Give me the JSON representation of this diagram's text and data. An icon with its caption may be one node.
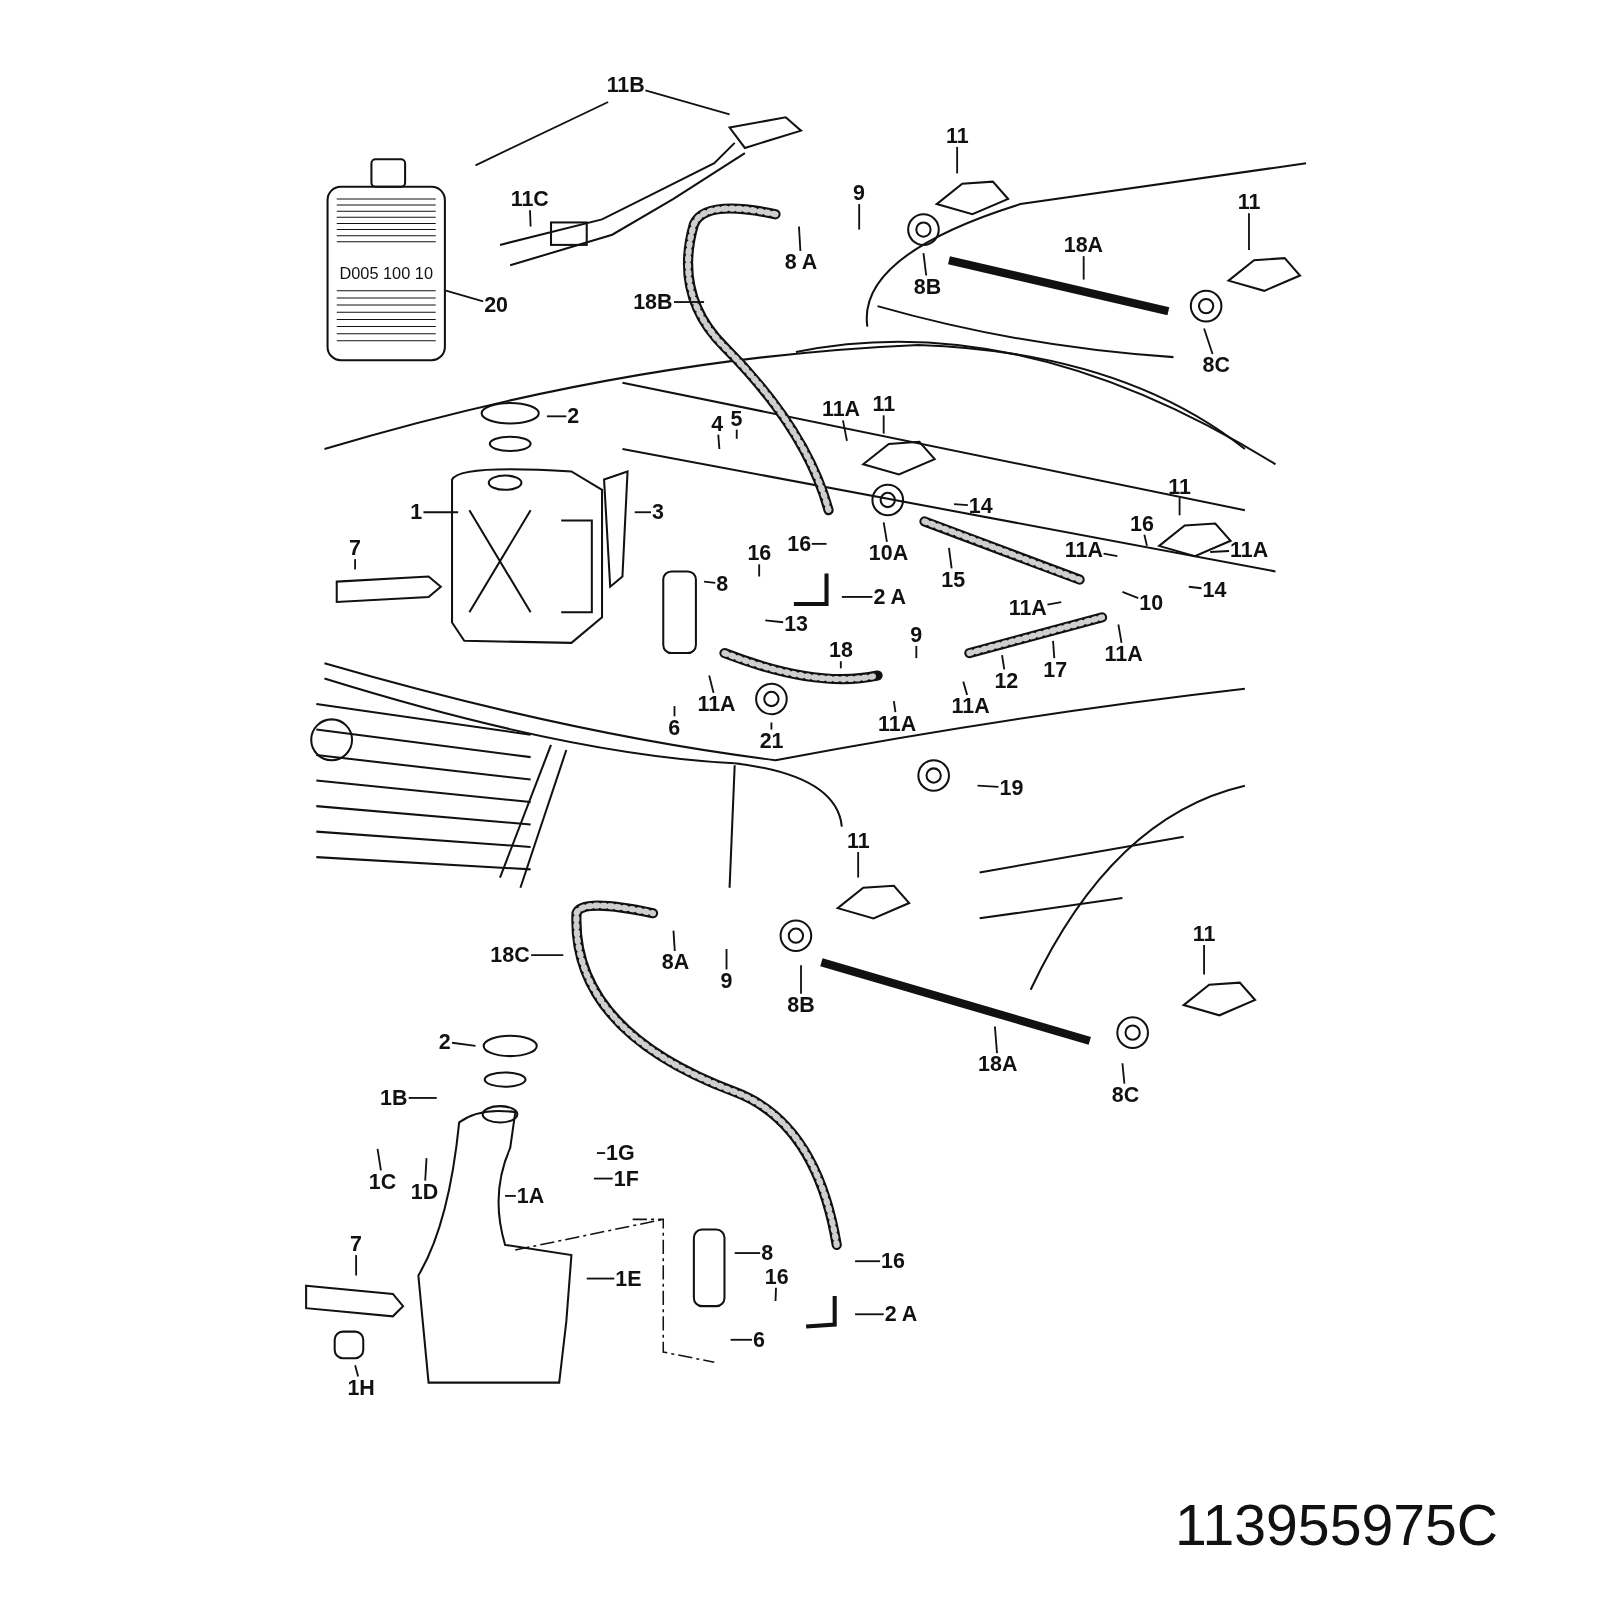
{
  "diagram": {
    "nodes": [
      {
        "text": [
          "11B"
        ]
      },
      {
        "text": [
          "11C"
        ]
      },
      {
        "text": [
          "20"
        ]
      },
      {
        "text": [
          "18B"
        ]
      },
      {
        "text": [
          "8 A"
        ]
      },
      {
        "text": [
          "9"
        ]
      },
      {
        "text": [
          "11"
        ]
      },
      {
        "text": [
          "8B"
        ]
      },
      {
        "text": [
          "18A"
        ]
      },
      {
        "text": [
          "11"
        ]
      },
      {
        "text": [
          "8C"
        ]
      },
      {
        "text": [
          "2"
        ]
      },
      {
        "text": [
          "4"
        ]
      },
      {
        "text": [
          "5"
        ]
      },
      {
        "text": [
          "1"
        ]
      },
      {
        "text": [
          "3"
        ]
      },
      {
        "text": [
          "7"
        ]
      },
      {
        "text": [
          "11A"
        ]
      },
      {
        "text": [
          "11"
        ]
      },
      {
        "text": [
          "16"
        ]
      },
      {
        "text": [
          "14"
        ]
      },
      {
        "text": [
          "10A"
        ]
      },
      {
        "text": [
          "11"
        ]
      },
      {
        "text": [
          "16"
        ]
      },
      {
        "text": [
          "11A"
        ]
      },
      {
        "text": [
          "11A"
        ]
      },
      {
        "text": [
          "15"
        ]
      },
      {
        "text": [
          "16"
        ]
      },
      {
        "text": [
          "8"
        ]
      },
      {
        "text": [
          "2 A"
        ]
      },
      {
        "text": [
          "10"
        ]
      },
      {
        "text": [
          "14"
        ]
      },
      {
        "text": [
          "11A"
        ]
      },
      {
        "text": [
          "13"
        ]
      },
      {
        "text": [
          "18"
        ]
      },
      {
        "text": [
          "9"
        ]
      },
      {
        "text": [
          "12"
        ]
      },
      {
        "text": [
          "17"
        ]
      },
      {
        "text": [
          "11A"
        ]
      },
      {
        "text": [
          "6"
        ]
      },
      {
        "text": [
          "11A"
        ]
      },
      {
        "text": [
          "21"
        ]
      },
      {
        "text": [
          "11A"
        ]
      },
      {
        "text": [
          "11A"
        ]
      },
      {
        "text": [
          "19"
        ]
      },
      {
        "text": [
          "11"
        ]
      },
      {
        "text": [
          "18C"
        ]
      },
      {
        "text": [
          "8A"
        ]
      },
      {
        "text": [
          "9"
        ]
      },
      {
        "text": [
          "8B"
        ]
      },
      {
        "text": [
          "11"
        ]
      },
      {
        "text": [
          "18A"
        ]
      },
      {
        "text": [
          "8C"
        ]
      },
      {
        "text": [
          "2"
        ]
      },
      {
        "text": [
          "1B"
        ]
      },
      {
        "text": [
          "1C"
        ]
      },
      {
        "text": [
          "1D"
        ]
      },
      {
        "text": [
          "1G"
        ]
      },
      {
        "text": [
          "1F"
        ]
      },
      {
        "text": [
          "1A"
        ]
      },
      {
        "text": [
          "7"
        ]
      },
      {
        "text": [
          "16"
        ]
      },
      {
        "text": [
          "8"
        ]
      },
      {
        "text": [
          "16"
        ]
      },
      {
        "text": [
          "1E"
        ]
      },
      {
        "text": [
          "2 A"
        ]
      },
      {
        "text": [
          "6"
        ]
      },
      {
        "text": [
          "1H"
        ]
      },
      {
        "text": [
          "D005 100 10"
        ]
      }
    ],
    "edges": [
      {
        "from": 0,
        "to": null,
        "arrow": "none"
      },
      {
        "from": 1,
        "to": null,
        "arrow": "none"
      },
      {
        "from": 2,
        "to": 68,
        "arrow": "none"
      },
      {
        "from": 3,
        "to": null,
        "arrow": "none"
      },
      {
        "from": 4,
        "to": null,
        "arrow": "none"
      },
      {
        "from": 5,
        "to": null,
        "arrow": "none"
      },
      {
        "from": 6,
        "to": null,
        "arrow": "none"
      },
      {
        "from": 7,
        "to": null,
        "arrow": "none"
      },
      {
        "from": 8,
        "to": null,
        "arrow": "none"
      },
      {
        "from": 9,
        "to": null,
        "arrow": "none"
      },
      {
        "from": 10,
        "to": null,
        "arrow": "none"
      },
      {
        "from": 11,
        "to": null,
        "arrow": "none"
      },
      {
        "from": 12,
        "to": null,
        "arrow": "none"
      },
      {
        "from": 13,
        "to": null,
        "arrow": "none"
      },
      {
        "from": 14,
        "to": null,
        "arrow": "none"
      },
      {
        "from": 15,
        "to": null,
        "arrow": "none"
      },
      {
        "from": 16,
        "to": null,
        "arrow": "none"
      },
      {
        "from": 17,
        "to": null,
        "arrow": "none"
      },
      {
        "from": 18,
        "to": null,
        "arrow": "none"
      },
      {
        "from": 19,
        "to": null,
        "arrow": "none"
      },
      {
        "from": 20,
        "to": null,
        "arrow": "none"
      },
      {
        "from": 21,
        "to": null,
        "arrow": "none"
      },
      {
        "from": 22,
        "to": null,
        "arrow": "none"
      },
      {
        "from": 23,
        "to": null,
        "arrow": "none"
      },
      {
        "from": 24,
        "to": null,
        "arrow": "none"
      },
      {
        "from": 25,
        "to": null,
        "arrow": "none"
      },
      {
        "from": 26,
        "to": null,
        "arrow": "none"
      },
      {
        "from": 27,
        "to": null,
        "arrow": "none"
      },
      {
        "from": 28,
        "to": null,
        "arrow": "none"
      },
      {
        "from": 29,
        "to": null,
        "arrow": "none"
      },
      {
        "from": 30,
        "to": null,
        "arrow": "none"
      },
      {
        "from": 31,
        "to": null,
        "arrow": "none"
      },
      {
        "from": 32,
        "to": null,
        "arrow": "none"
      },
      {
        "from": 33,
        "to": null,
        "arrow": "none"
      },
      {
        "from": 34,
        "to": null,
        "arrow": "none"
      },
      {
        "from": 35,
        "to": null,
        "arrow": "none"
      },
      {
        "from": 36,
        "to": null,
        "arrow": "none"
      },
      {
        "from": 37,
        "to": null,
        "arrow": "none"
      },
      {
        "from": 38,
        "to": null,
        "arrow": "none"
      },
      {
        "from": 39,
        "to": null,
        "arrow": "none"
      },
      {
        "from": 40,
        "to": null,
        "arrow": "none"
      },
      {
        "from": 41,
        "to": null,
        "arrow": "none"
      },
      {
        "from": 42,
        "to": null,
        "arrow": "none"
      },
      {
        "from": 43,
        "to": null,
        "arrow": "none"
      },
      {
        "from": 44,
        "to": null,
        "arrow": "none"
      },
      {
        "from": 45,
        "to": null,
        "arrow": "none"
      },
      {
        "from": 46,
        "to": null,
        "arrow": "none"
      },
      {
        "from": 47,
        "to": null,
        "arrow": "none"
      },
      {
        "from": 48,
        "to": null,
        "arrow": "none"
      },
      {
        "from": 49,
        "to": null,
        "arrow": "none"
      },
      {
        "from": 50,
        "to": null,
        "arrow": "none"
      },
      {
        "from": 51,
        "to": null,
        "arrow": "none"
      },
      {
        "from": 52,
        "to": null,
        "arrow": "none"
      },
      {
        "from": 53,
        "to": null,
        "arrow": "none"
      },
      {
        "from": 54,
        "to": null,
        "arrow": "none"
      },
      {
        "from": 55,
        "to": null,
        "arrow": "none"
      },
      {
        "from": 56,
        "to": null,
        "arrow": "none"
      },
      {
        "from": 57,
        "to": null,
        "arrow": "none"
      },
      {
        "from": 58,
        "to": null,
        "arrow": "none"
      },
      {
        "from": 59,
        "to": null,
        "arrow": "none"
      },
      {
        "from": 60,
        "to": null,
        "arrow": "none"
      },
      {
        "from": 61,
        "to": null,
        "arrow": "none"
      },
      {
        "from": 62,
        "to": null,
        "arrow": "none"
      },
      {
        "from": 63,
        "to": null,
        "arrow": "none"
      },
      {
        "from": 64,
        "to": null,
        "arrow": "none"
      },
      {
        "from": 65,
        "to": null,
        "arrow": "none"
      },
      {
        "from": 66,
        "to": null,
        "arrow": "none"
      },
      {
        "from": 67,
        "to": null,
        "arrow": "none"
      }
    ],
    "labels": [
      "113955975C"
    ]
  }
}
